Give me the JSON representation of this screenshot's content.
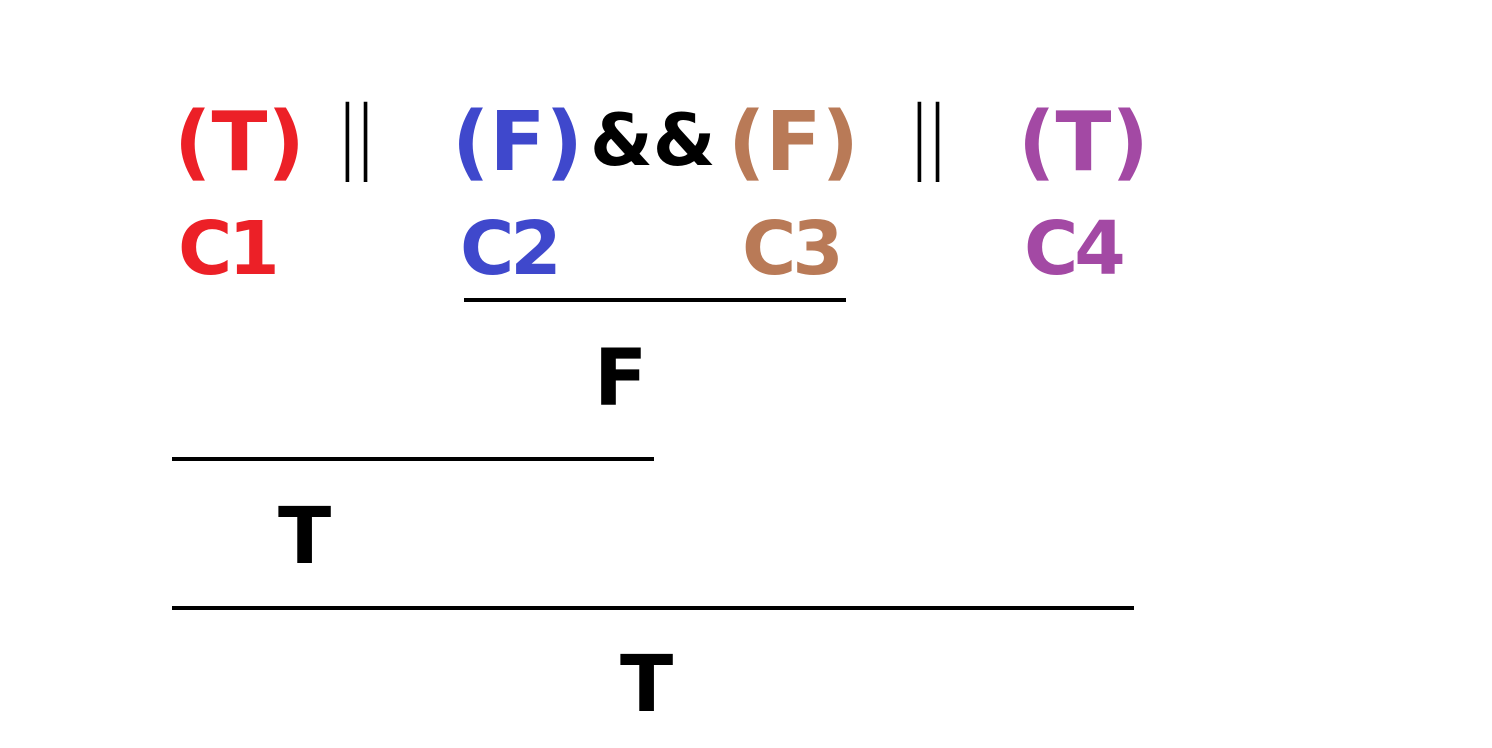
{
  "colors": {
    "c1": "#ec2027",
    "c2": "#3f48cc",
    "c3": "#b97a57",
    "c4": "#a349a4",
    "ink": "#000000"
  },
  "expression": {
    "c1_value": "(T)",
    "op1": "||",
    "c2_value": "(F)",
    "op2": "&&",
    "c3_value": "(F)",
    "op3": "||",
    "c4_value": "(T)"
  },
  "labels": {
    "c1": "C1",
    "c2": "C2",
    "c3": "C3",
    "c4": "C4"
  },
  "results": {
    "c2_and_c3": "F",
    "c1_or_result": "T",
    "final": "T"
  }
}
